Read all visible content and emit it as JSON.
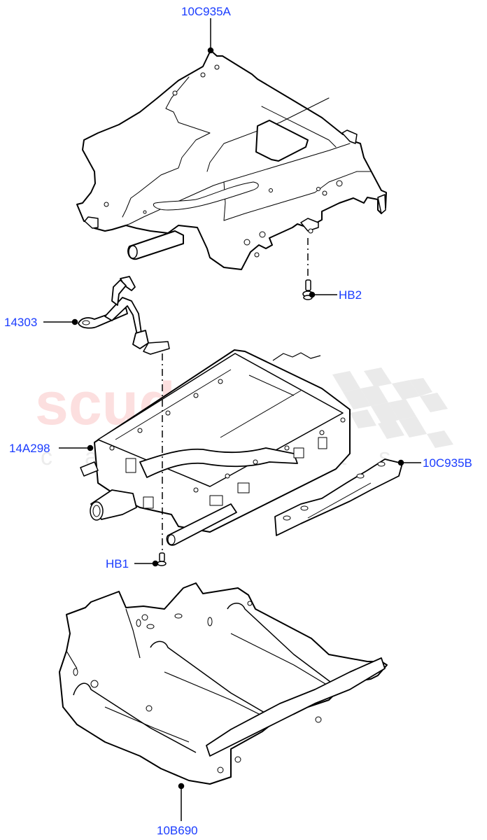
{
  "diagram": {
    "type": "exploded-parts-view",
    "label_color": "#1a3cff",
    "line_color": "#000000",
    "background": "#ffffff"
  },
  "watermark": {
    "brand": "scuderia",
    "subtitle": "car parts",
    "color": "#f06e6e"
  },
  "callouts": [
    {
      "id": "10C935A",
      "label": "10C935A",
      "part": "upper cover shield"
    },
    {
      "id": "HB2",
      "label": "HB2",
      "part": "upper bolt"
    },
    {
      "id": "14303",
      "label": "14303",
      "part": "cable / hose with terminal"
    },
    {
      "id": "14A298",
      "label": "14A298",
      "part": "charger / inverter module"
    },
    {
      "id": "10C935B",
      "label": "10C935B",
      "part": "side bracket"
    },
    {
      "id": "HB1",
      "label": "HB1",
      "part": "lower bolt"
    },
    {
      "id": "10B690",
      "label": "10B690",
      "part": "lower tray / cradle"
    }
  ]
}
